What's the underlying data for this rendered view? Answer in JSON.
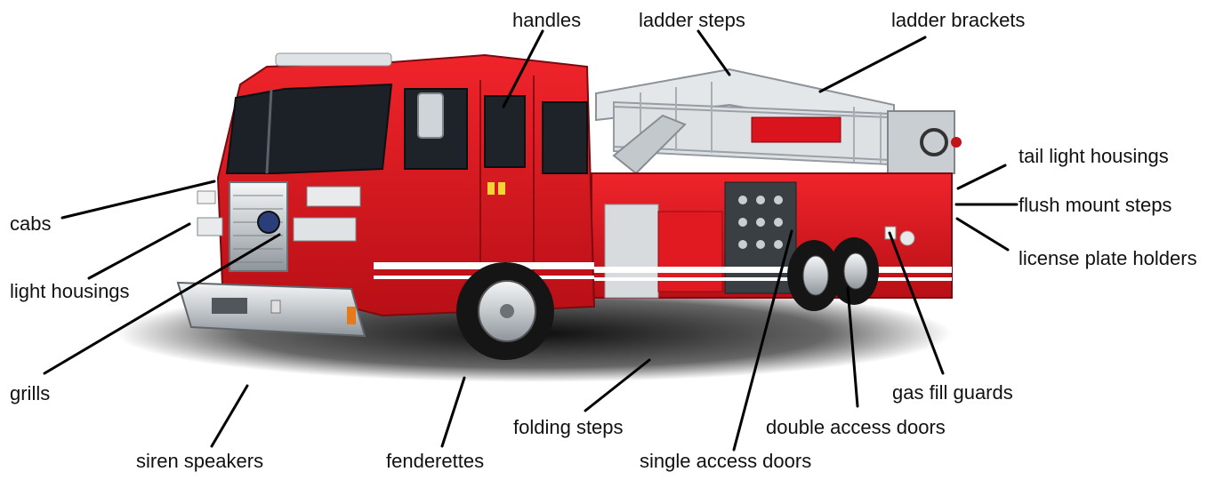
{
  "labels": {
    "handles": "handles",
    "ladder_steps": "ladder steps",
    "ladder_brackets": "ladder brackets",
    "tail_light_housings": "tail light housings",
    "flush_mount_steps": "flush mount steps",
    "license_plate_holders": "license plate holders",
    "cabs": "cabs",
    "light_housings": "light housings",
    "grills": "grills",
    "siren_speakers": "siren speakers",
    "fenderettes": "fenderettes",
    "folding_steps": "folding steps",
    "single_access_doors": "single access doors",
    "double_access_doors": "double access doors",
    "gas_fill_guards": "gas fill guards"
  },
  "colors": {
    "body_red": "#d9141c",
    "dark_red": "#9c0e14",
    "chrome": "#cfd3d6",
    "ladder_silver": "#dfe3e6",
    "glass": "#1b1f24",
    "stripe": "#ffffff",
    "tire": "#151515",
    "shadow": "#000000"
  },
  "illustration": {
    "subject": "fire-truck-ladder-icon"
  }
}
